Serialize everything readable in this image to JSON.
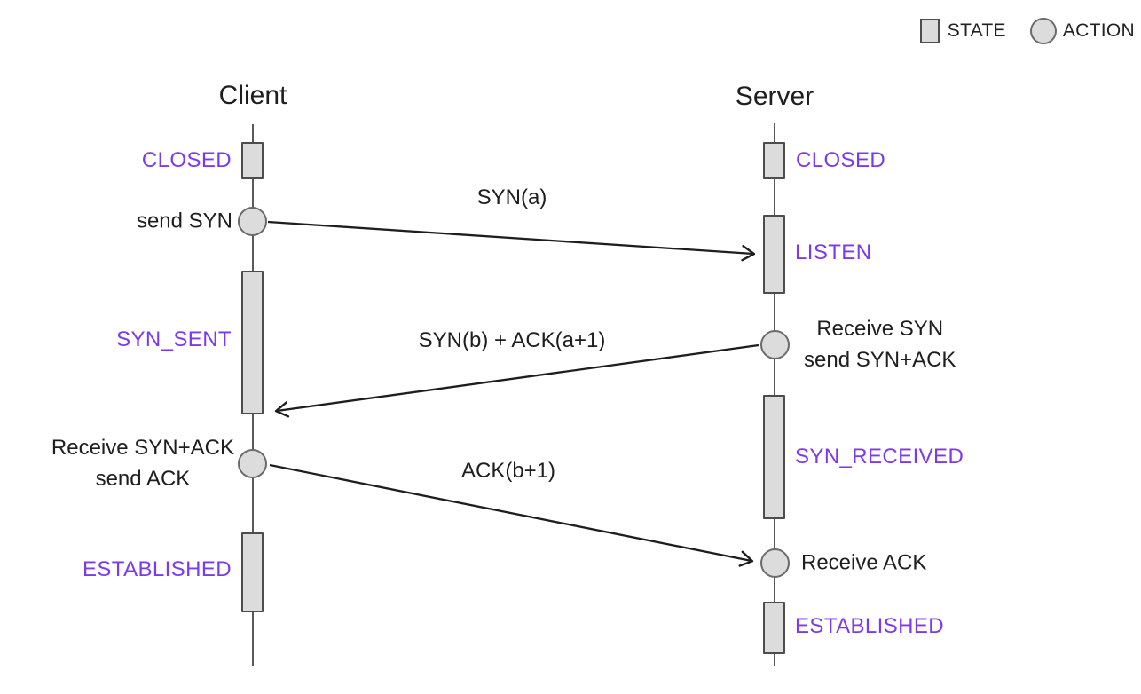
{
  "legend": {
    "state_label": "STATE",
    "action_label": "ACTION"
  },
  "client": {
    "title": "Client",
    "states": [
      {
        "label": "CLOSED"
      },
      {
        "label": "SYN_SENT"
      },
      {
        "label": "ESTABLISHED"
      }
    ],
    "actions": [
      {
        "label": "send SYN"
      },
      {
        "line1": "Receive SYN+ACK",
        "line2": "send ACK"
      }
    ]
  },
  "server": {
    "title": "Server",
    "states": [
      {
        "label": "CLOSED"
      },
      {
        "label": "LISTEN"
      },
      {
        "label": "SYN_RECEIVED"
      },
      {
        "label": "ESTABLISHED"
      }
    ],
    "actions": [
      {
        "line1": "Receive SYN",
        "line2": "send SYN+ACK"
      },
      {
        "label": "Receive ACK"
      }
    ]
  },
  "messages": [
    {
      "label": "SYN(a)",
      "from": "client",
      "to": "server"
    },
    {
      "label": "SYN(b) + ACK(a+1)",
      "from": "server",
      "to": "client"
    },
    {
      "label": "ACK(b+1)",
      "from": "client",
      "to": "server"
    }
  ],
  "colors": {
    "state_text": "#7C3AED",
    "shape_fill": "#DCDCDC",
    "shape_border": "#4D4D4D",
    "arrow": "#1E1E1E",
    "text": "#1E1E1E",
    "background": "#FFFFFF"
  }
}
